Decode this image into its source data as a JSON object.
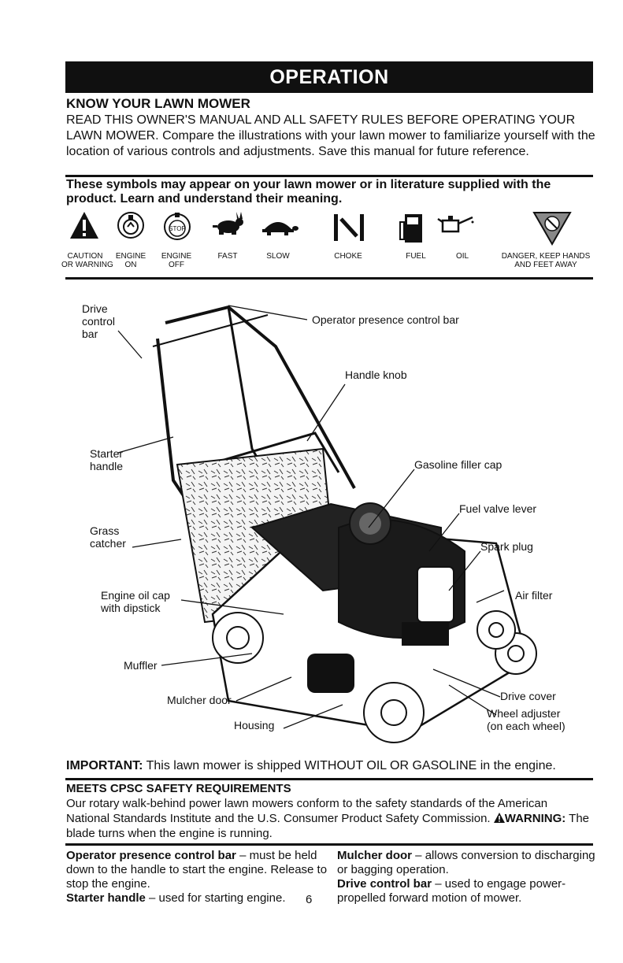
{
  "banner": {
    "title": "OPERATION"
  },
  "know": {
    "heading": "KNOW YOUR LAWN MOWER",
    "body": "READ THIS OWNER'S MANUAL AND ALL SAFETY RULES BEFORE OPERATING YOUR LAWN MOWER. Compare the illustrations with your lawn mower to familiarize yourself with the location of various controls and adjustments. Save this manual for future reference."
  },
  "symbols": {
    "heading": "These symbols may appear on your lawn mower or in literature supplied with the product. Learn and understand their meaning.",
    "items": [
      {
        "icon": "caution-warning-icon",
        "label1": "CAUTION",
        "label2": "OR WARNING"
      },
      {
        "icon": "engine-on-icon",
        "label1": "ENGINE",
        "label2": "ON"
      },
      {
        "icon": "engine-off-icon",
        "label1": "ENGINE",
        "label2": "OFF",
        "badge": "STOP"
      },
      {
        "icon": "fast-rabbit-icon",
        "label1": "FAST",
        "label2": ""
      },
      {
        "icon": "slow-turtle-icon",
        "label1": "SLOW",
        "label2": ""
      },
      {
        "icon": "choke-icon",
        "label1": "CHOKE",
        "label2": ""
      },
      {
        "icon": "fuel-icon",
        "label1": "FUEL",
        "label2": ""
      },
      {
        "icon": "oil-can-icon",
        "label1": "OIL",
        "label2": ""
      },
      {
        "icon": "danger-hands-icon",
        "label1": "DANGER, KEEP HANDS",
        "label2": "AND FEET AWAY"
      }
    ]
  },
  "diagram": {
    "callouts": {
      "drive_control_bar": "Drive\ncontrol\nbar",
      "operator_presence": "Operator presence control bar",
      "handle_knob": "Handle knob",
      "starter_handle": "Starter\nhandle",
      "gasoline_filler_cap": "Gasoline filler cap",
      "fuel_valve_lever": "Fuel valve lever",
      "grass_catcher": "Grass\ncatcher",
      "spark_plug": "Spark plug",
      "engine_oil_cap": "Engine oil cap\nwith dipstick",
      "air_filter": "Air filter",
      "muffler": "Muffler",
      "mulcher_door": "Mulcher door",
      "drive_cover": "Drive cover",
      "wheel_adjuster": "Wheel adjuster\n(on each wheel)",
      "housing": "Housing"
    }
  },
  "important": {
    "lead": "IMPORTANT:",
    "text": " This lawn mower is shipped WITHOUT OIL OR GASOLINE in the engine."
  },
  "cpsc": {
    "heading": "MEETS CPSC SAFETY REQUIREMENTS",
    "body": "Our rotary walk-behind power lawn mowers conform to the safety standards of the American National Standards Institute and the U.S. Consumer Product Safety Commission.",
    "warning_label": "WARNING:",
    "warning_text": " The blade turns when the engine is running."
  },
  "definitions": {
    "left": [
      {
        "term": "Operator presence control bar",
        "desc": " – must be held down to the handle to start the engine. Release to stop the engine."
      },
      {
        "term": "Starter handle",
        "desc": " – used for starting engine."
      }
    ],
    "right": [
      {
        "term": "Mulcher door",
        "desc": " – allows conversion to discharging or bagging operation."
      },
      {
        "term": "Drive control bar",
        "desc": " – used to engage power-propelled forward motion of mower."
      }
    ]
  },
  "page_number": "6"
}
